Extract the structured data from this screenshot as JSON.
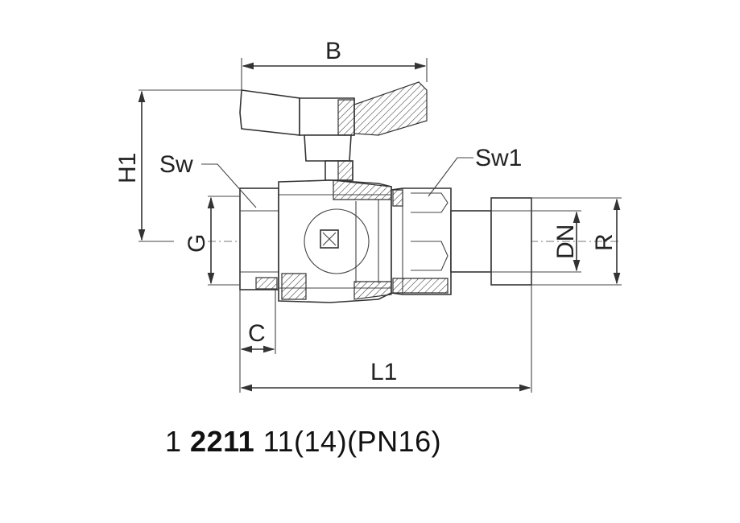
{
  "labels": {
    "B": "B",
    "H1": "H1",
    "Sw": "Sw",
    "Sw1": "Sw1",
    "G": "G",
    "DN": "DN",
    "R": "R",
    "C": "C",
    "L1": "L1"
  },
  "caption": {
    "prefix": "1",
    "code": "2211",
    "suffix": "11(14)(PN16)"
  }
}
